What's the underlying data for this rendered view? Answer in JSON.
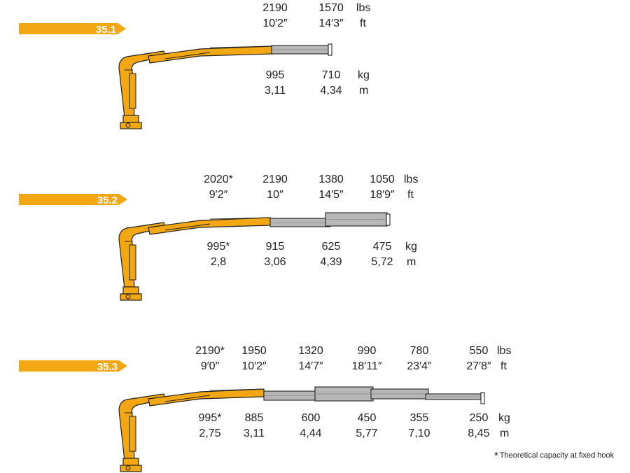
{
  "colors": {
    "boom": "#f3a712",
    "outline": "#222222",
    "steel": "#b7b7b7",
    "tag_bg": "#f3a712"
  },
  "models": [
    {
      "id": "35.1",
      "lbs": [
        "2190",
        "1570"
      ],
      "ft": [
        "10′2″",
        "14′3″"
      ],
      "kg": [
        "995",
        "710"
      ],
      "m": [
        "3,11",
        "4,34"
      ],
      "units_top": [
        "lbs",
        "ft"
      ],
      "units_bottom": [
        "kg",
        "m"
      ]
    },
    {
      "id": "35.2",
      "lbs": [
        "2020*",
        "2190",
        "1380",
        "1050"
      ],
      "ft": [
        "9′2″",
        "10″",
        "14′5″",
        "18′9″"
      ],
      "kg": [
        "995*",
        "915",
        "625",
        "475"
      ],
      "m": [
        "2,8",
        "3,06",
        "4,39",
        "5,72"
      ],
      "units_top": [
        "lbs",
        "ft"
      ],
      "units_bottom": [
        "kg",
        "m"
      ]
    },
    {
      "id": "35.3",
      "lbs": [
        "2190*",
        "1950",
        "1320",
        "990",
        "780",
        "550"
      ],
      "ft": [
        "9′0″",
        "10′2″",
        "14′7″",
        "18′11″",
        "23′4″",
        "27′8″"
      ],
      "kg": [
        "995*",
        "885",
        "600",
        "450",
        "355",
        "250"
      ],
      "m": [
        "2,75",
        "3,11",
        "4,44",
        "5,77",
        "7,10",
        "8,45"
      ],
      "units_top": [
        "lbs",
        "ft"
      ],
      "units_bottom": [
        "kg",
        "m"
      ]
    }
  ],
  "footnote": {
    "star": "*",
    "text": "Theoretical capacity at fixed hook"
  }
}
